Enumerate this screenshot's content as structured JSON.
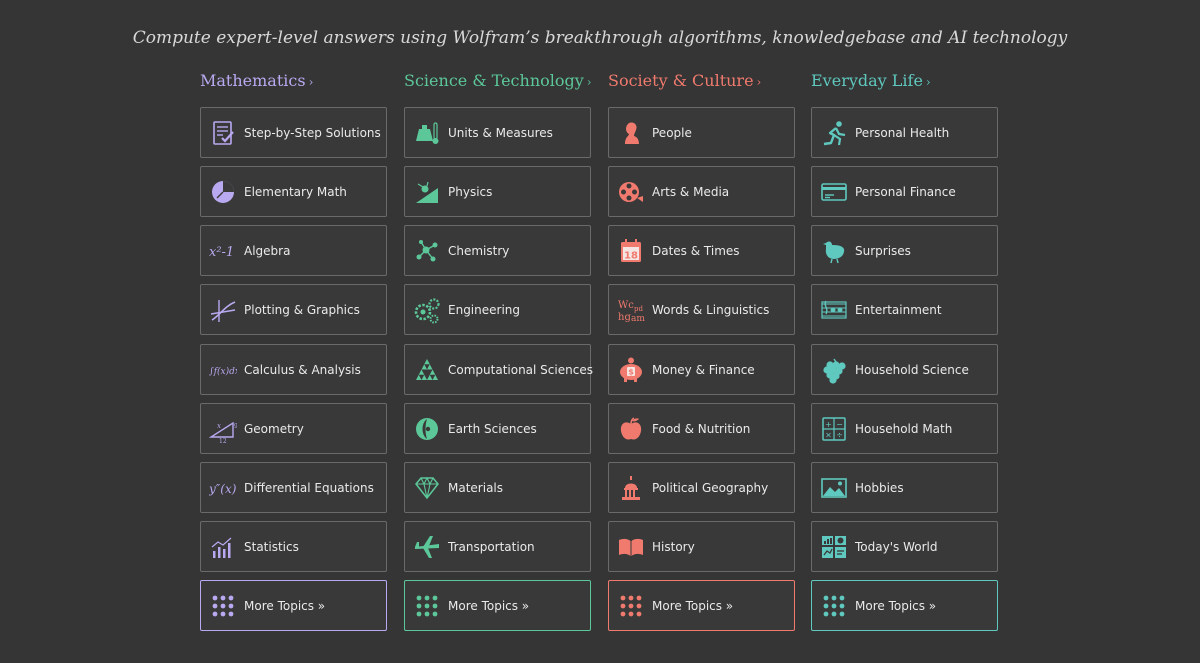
{
  "tagline": "Compute expert-level answers using Wolfram’s breakthrough algorithms, knowledgebase and AI technology",
  "colors": {
    "background": "#353535",
    "tile_border": "#6a6a6a",
    "mathematics": "#b9a9f0",
    "science": "#5cc89a",
    "society": "#f07a6e",
    "everyday": "#5fc9bf"
  },
  "columns": [
    {
      "key": "mathematics",
      "title": "Mathematics",
      "chevron": "›",
      "items": [
        {
          "label": "Step-by-Step Solutions",
          "icon": "notepad-check-icon"
        },
        {
          "label": "Elementary Math",
          "icon": "pie-clock-icon"
        },
        {
          "label": "Algebra",
          "icon": "x-squared-minus-one-icon",
          "glyph": "x²-1"
        },
        {
          "label": "Plotting & Graphics",
          "icon": "plot-curve-icon"
        },
        {
          "label": "Calculus & Analysis",
          "icon": "integral-icon",
          "glyph": "∫f(x)dx"
        },
        {
          "label": "Geometry",
          "icon": "triangle-icon"
        },
        {
          "label": "Differential Equations",
          "icon": "y-double-prime-icon",
          "glyph": "y″(x)"
        },
        {
          "label": "Statistics",
          "icon": "bar-chart-icon"
        }
      ],
      "more": {
        "label": "More Topics »",
        "icon": "dots-grid-icon"
      }
    },
    {
      "key": "science",
      "title": "Science & Technology",
      "chevron": "›",
      "items": [
        {
          "label": "Units & Measures",
          "icon": "weight-thermometer-icon"
        },
        {
          "label": "Physics",
          "icon": "physics-ramp-icon"
        },
        {
          "label": "Chemistry",
          "icon": "molecule-icon"
        },
        {
          "label": "Engineering",
          "icon": "gears-icon"
        },
        {
          "label": "Computational Sciences",
          "icon": "sierpinski-icon"
        },
        {
          "label": "Earth Sciences",
          "icon": "earth-icon"
        },
        {
          "label": "Materials",
          "icon": "diamond-icon"
        },
        {
          "label": "Transportation",
          "icon": "airplane-icon"
        }
      ],
      "more": {
        "label": "More Topics »",
        "icon": "dots-grid-icon"
      }
    },
    {
      "key": "society",
      "title": "Society & Culture",
      "chevron": "›",
      "items": [
        {
          "label": "People",
          "icon": "person-bust-icon"
        },
        {
          "label": "Arts & Media",
          "icon": "film-reel-icon"
        },
        {
          "label": "Dates & Times",
          "icon": "calendar-icon",
          "glyph": "18"
        },
        {
          "label": "Words & Linguistics",
          "icon": "letters-icon"
        },
        {
          "label": "Money & Finance",
          "icon": "piggy-bank-icon"
        },
        {
          "label": "Food & Nutrition",
          "icon": "apple-icon"
        },
        {
          "label": "Political Geography",
          "icon": "capitol-icon"
        },
        {
          "label": "History",
          "icon": "open-book-icon"
        }
      ],
      "more": {
        "label": "More Topics »",
        "icon": "dots-grid-icon"
      }
    },
    {
      "key": "everyday",
      "title": "Everyday Life",
      "chevron": "›",
      "items": [
        {
          "label": "Personal Health",
          "icon": "runner-icon"
        },
        {
          "label": "Personal Finance",
          "icon": "credit-card-icon"
        },
        {
          "label": "Surprises",
          "icon": "chicken-icon"
        },
        {
          "label": "Entertainment",
          "icon": "music-staff-icon"
        },
        {
          "label": "Household Science",
          "icon": "grapes-icon"
        },
        {
          "label": "Household Math",
          "icon": "calculator-icon"
        },
        {
          "label": "Hobbies",
          "icon": "landscape-photo-icon"
        },
        {
          "label": "Today's World",
          "icon": "dashboard-icon"
        }
      ],
      "more": {
        "label": "More Topics »",
        "icon": "dots-grid-icon"
      }
    }
  ]
}
